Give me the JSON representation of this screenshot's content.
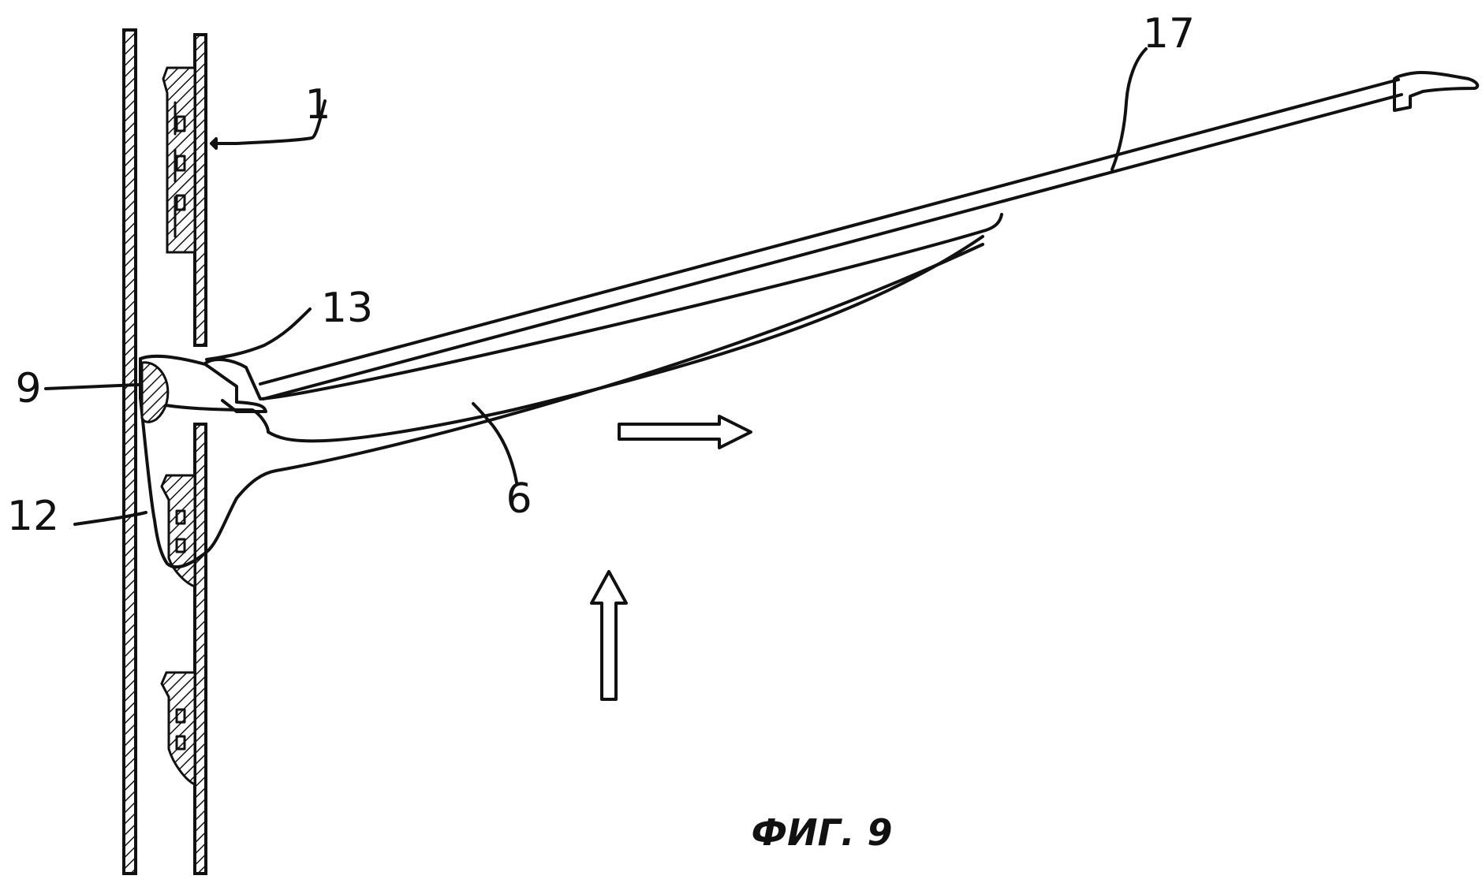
{
  "figure": {
    "caption": "ФИГ. 9",
    "labels": {
      "l1": "1",
      "l17": "17",
      "l13": "13",
      "l9": "9",
      "l12": "12",
      "l6": "6"
    }
  }
}
